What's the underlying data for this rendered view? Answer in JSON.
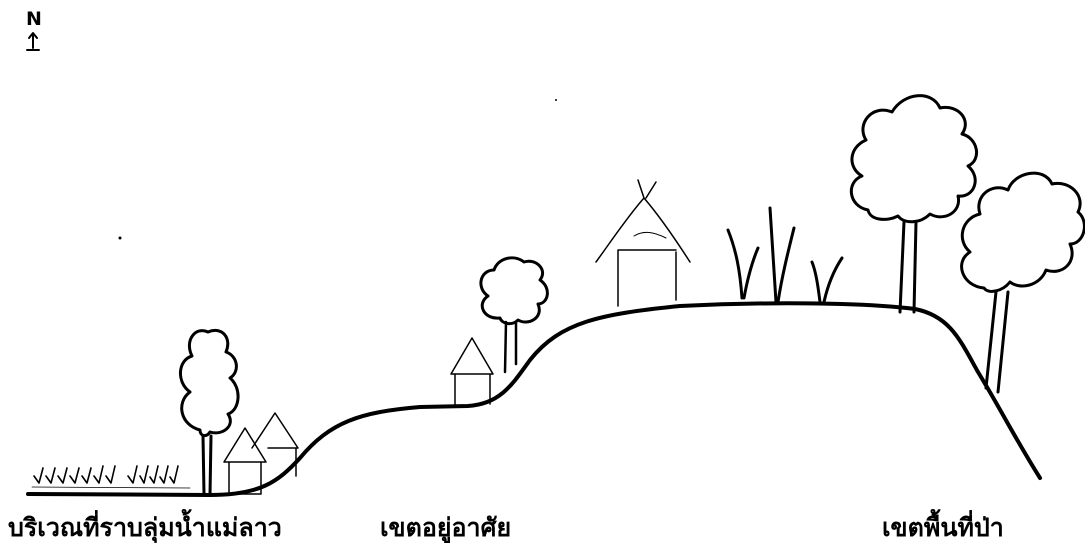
{
  "compass": {
    "letter": "N",
    "icon": "north-arrow-icon"
  },
  "zones": {
    "lowland": "บริเวณที่ราบลุ่มน้ำแม่ลาว",
    "residential": "เขตอยู่อาศัย",
    "forest": "เขตพื้นที่ป่า"
  },
  "colors": {
    "ink": "#000000",
    "background": "#ffffff"
  }
}
